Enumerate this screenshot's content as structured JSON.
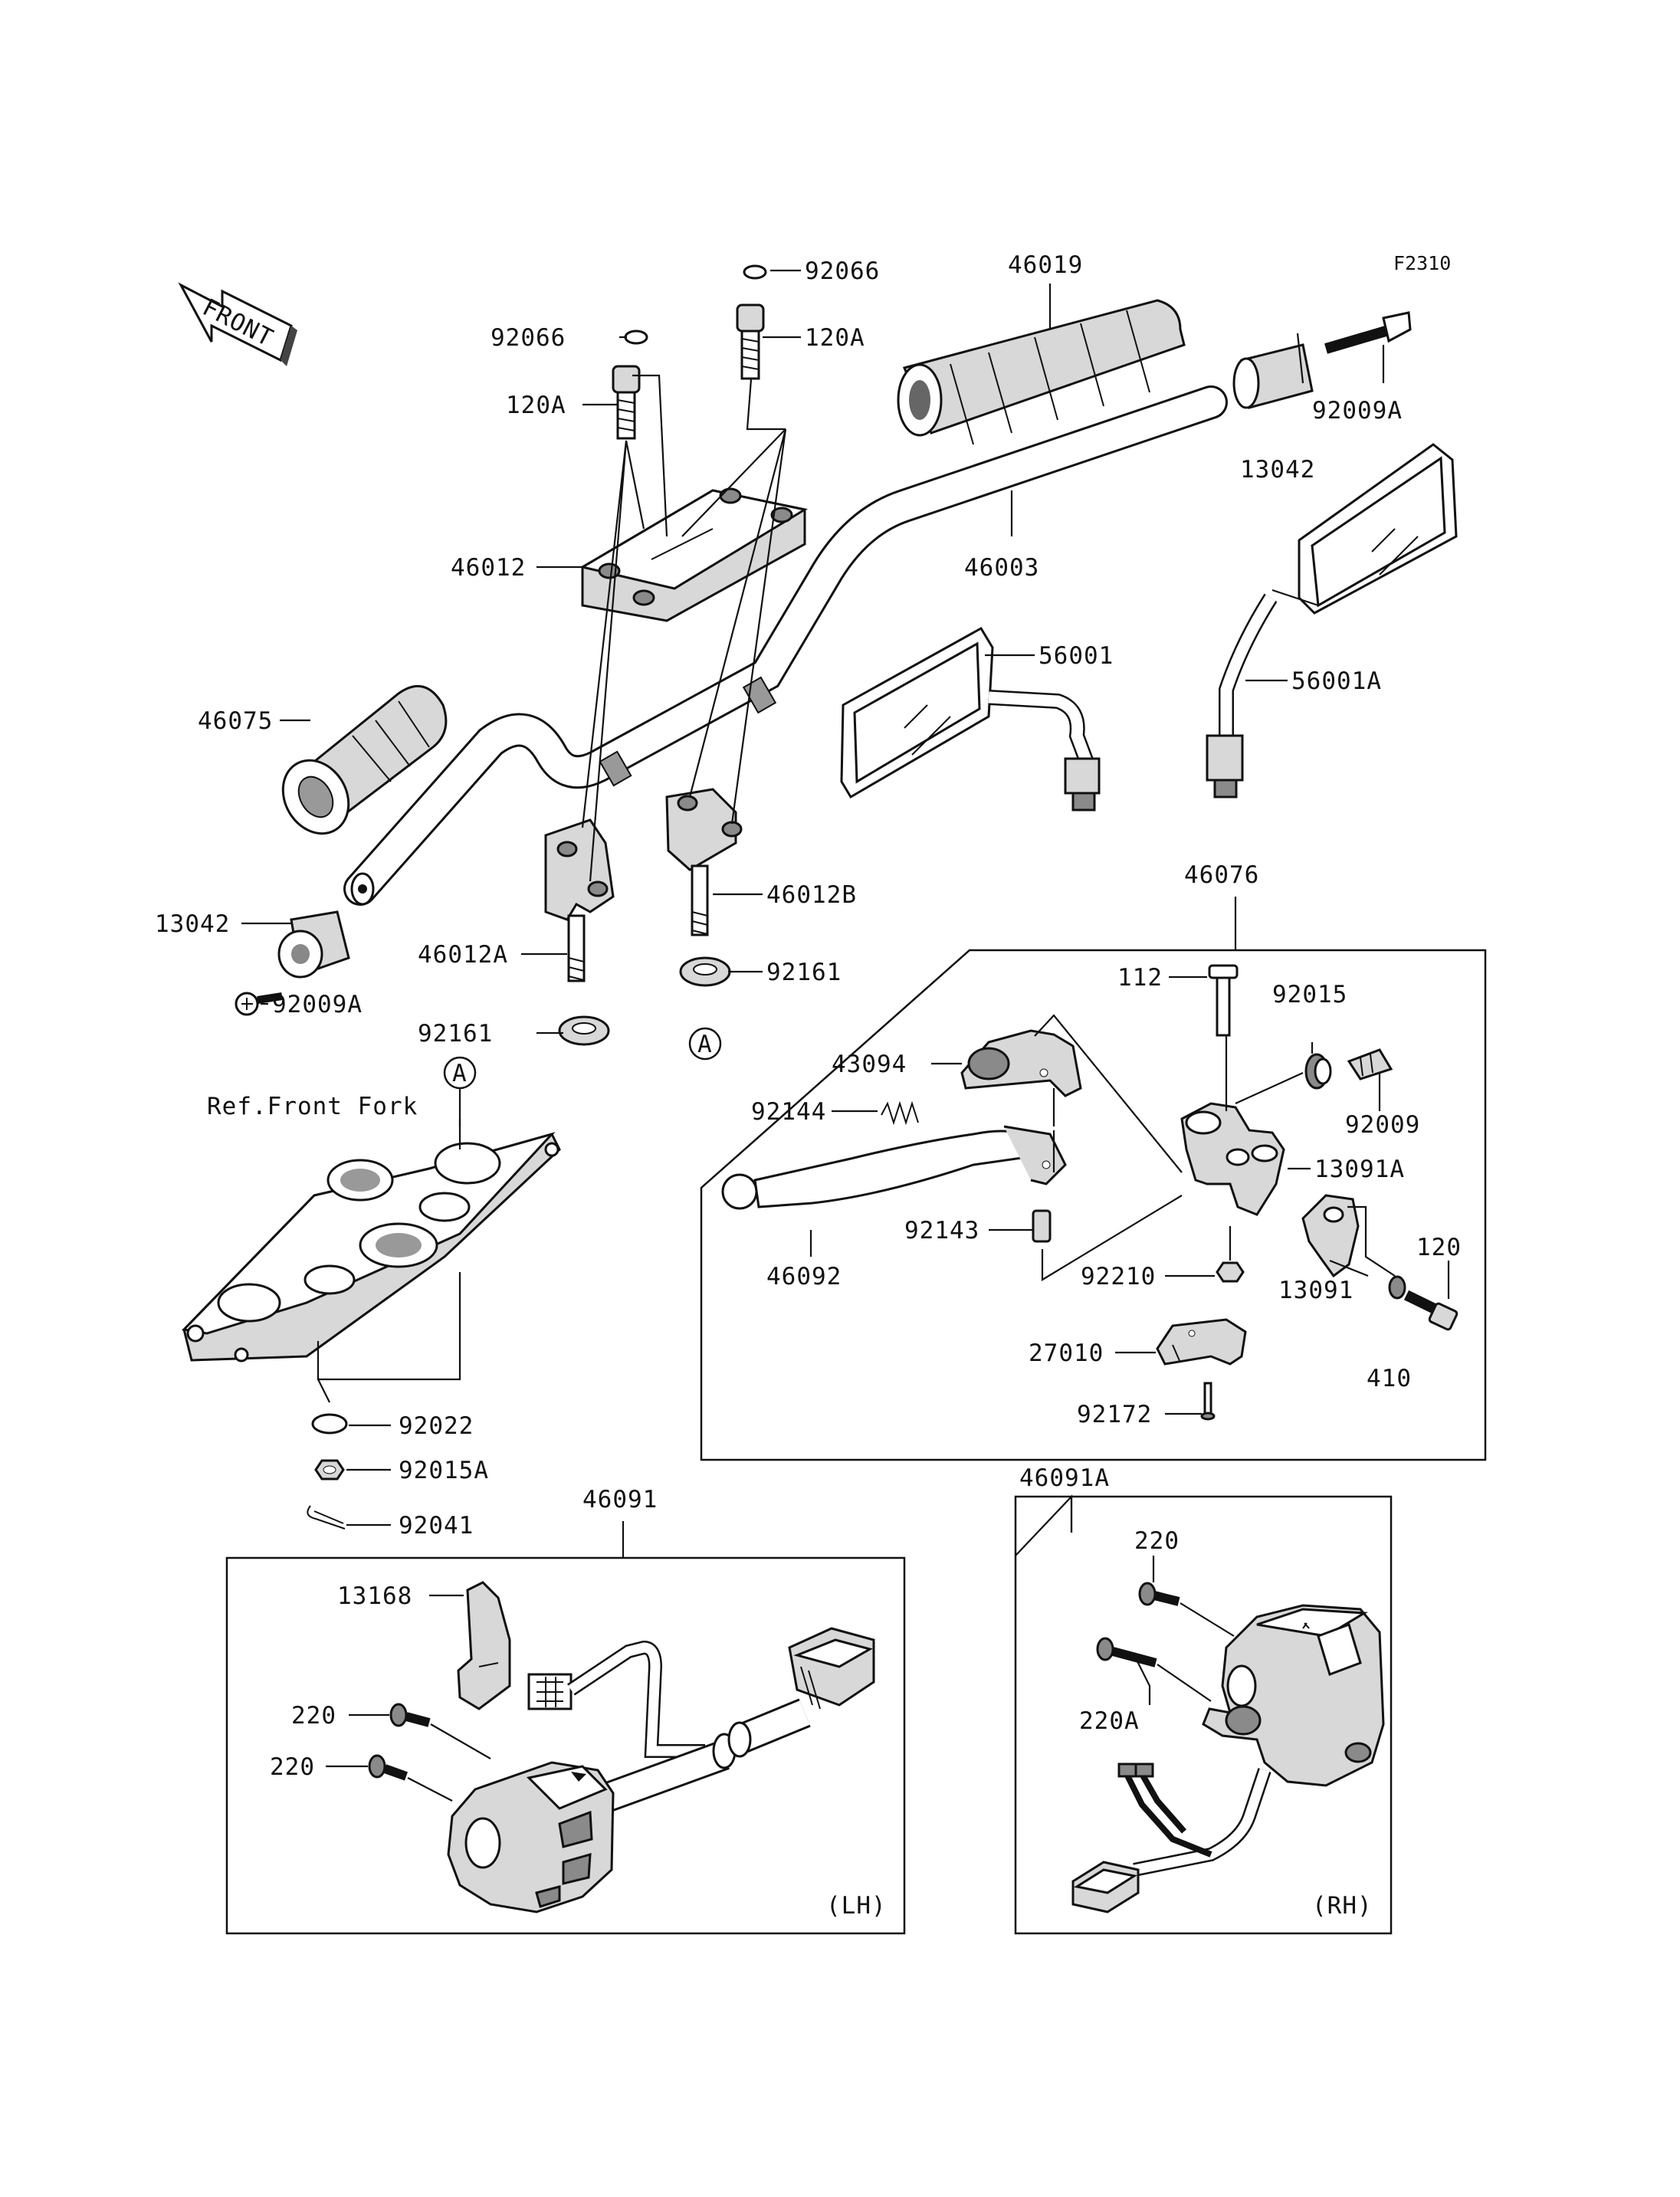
{
  "figure_code": "F2310",
  "front_label": "FRONT",
  "ref_note": "Ref.Front Fork",
  "side_lh": "(LH)",
  "side_rh": "(RH)",
  "callout_marker": "A",
  "parts": {
    "p92066_top": "92066",
    "p92066_left": "92066",
    "p120a_top": "120A",
    "p120a_left": "120A",
    "p46019": "46019",
    "p92009a_right": "92009A",
    "p13042_right": "13042",
    "p46012": "46012",
    "p46003": "46003",
    "p56001": "56001",
    "p56001a": "56001A",
    "p46075": "46075",
    "p13042_left": "13042",
    "p92009a_left": "92009A",
    "p46012a": "46012A",
    "p46012b": "46012B",
    "p92161_left": "92161",
    "p92161_right": "92161",
    "p46076": "46076",
    "p112": "112",
    "p92015": "92015",
    "p43094": "43094",
    "p92009": "92009",
    "p92144": "92144",
    "p13091a": "13091A",
    "p92143": "92143",
    "p46092": "46092",
    "p92210": "92210",
    "p120": "120",
    "p13091": "13091",
    "p410": "410",
    "p27010": "27010",
    "p92172": "92172",
    "p92022": "92022",
    "p92015a": "92015A",
    "p92041": "92041",
    "p46091": "46091",
    "p46091a": "46091A",
    "p13168": "13168",
    "p220_lh1": "220",
    "p220_lh2": "220",
    "p220_rh": "220",
    "p220a_rh": "220A"
  }
}
